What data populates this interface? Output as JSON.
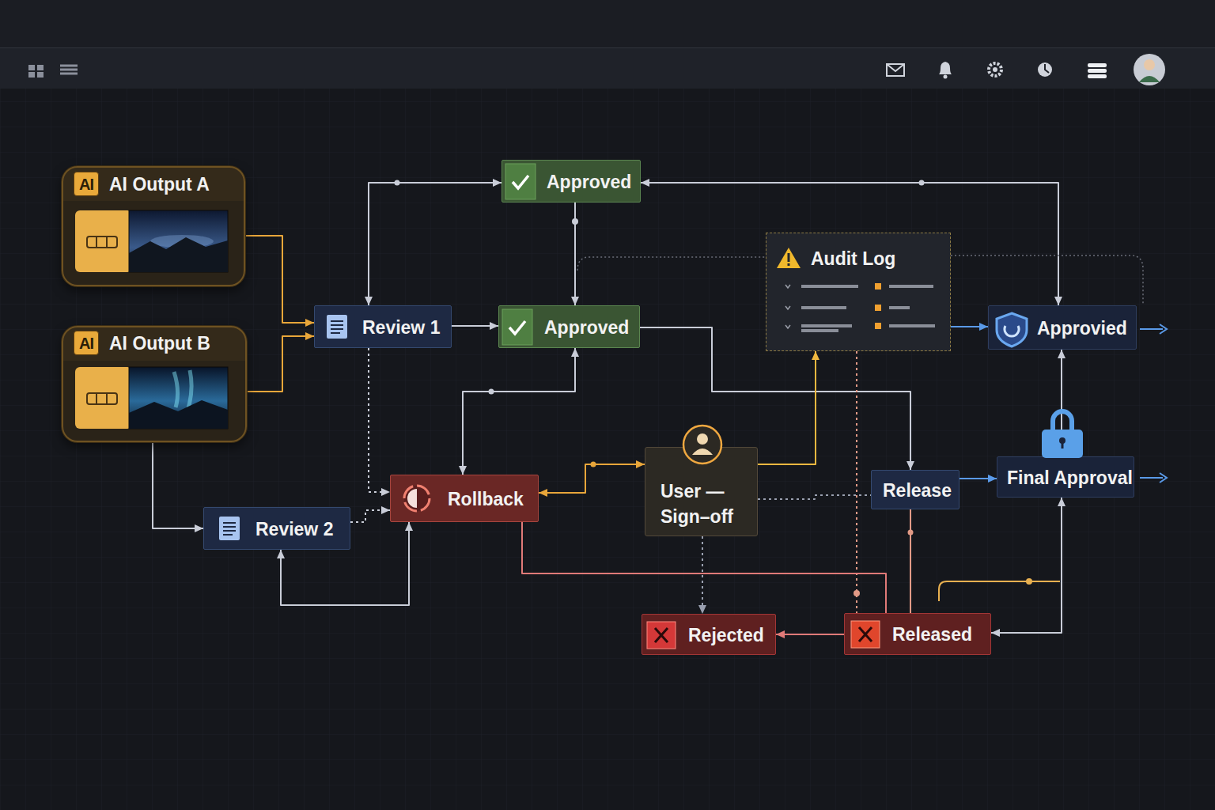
{
  "diagram": {
    "nodes": [
      {
        "text": [
          "AI",
          "AI Output A"
        ]
      },
      {
        "text": [
          "Approved"
        ]
      },
      {
        "text": [
          "Audit Log"
        ]
      },
      {
        "text": [
          "Review 1"
        ]
      },
      {
        "text": [
          "Approved"
        ]
      },
      {
        "text": [
          "Approvied"
        ]
      },
      {
        "text": [
          "AI",
          "AI Output B"
        ]
      },
      {
        "text": [
          "Rollback"
        ]
      },
      {
        "text": [
          "User — Sign–off"
        ]
      },
      {
        "text": [
          "Release"
        ]
      },
      {
        "text": [
          "Final Approval"
        ]
      },
      {
        "text": [
          "Review 2"
        ]
      },
      {
        "text": [
          "Rejected"
        ]
      },
      {
        "text": [
          "Released"
        ]
      }
    ],
    "edges": [
      {
        "from": 0,
        "to": 3,
        "arrow": "to"
      },
      {
        "from": 6,
        "to": 3,
        "arrow": "to"
      },
      {
        "from": 6,
        "to": 11,
        "arrow": "to"
      },
      {
        "from": 3,
        "to": 4,
        "arrow": "to"
      },
      {
        "from": 3,
        "to": 1,
        "arrow": "both"
      },
      {
        "from": 1,
        "to": 4,
        "arrow": "to"
      },
      {
        "from": 5,
        "to": 1,
        "arrow": "both"
      },
      {
        "from": 4,
        "to": 9,
        "arrow": "to"
      },
      {
        "from": 7,
        "to": 4,
        "arrow": "both"
      },
      {
        "from": 3,
        "to": 7,
        "arrow": "to"
      },
      {
        "from": 11,
        "to": 7,
        "arrow": "to"
      },
      {
        "from": 7,
        "to": 11,
        "arrow": "both"
      },
      {
        "from": 8,
        "to": 7,
        "arrow": "both"
      },
      {
        "from": 8,
        "to": 2,
        "arrow": "to"
      },
      {
        "from": 2,
        "to": 5,
        "arrow": "to"
      },
      {
        "from": 8,
        "to": 12,
        "arrow": "to"
      },
      {
        "from": 8,
        "to": 9,
        "arrow": "none"
      },
      {
        "from": 9,
        "to": 10,
        "arrow": "to"
      },
      {
        "from": 10,
        "to": 5,
        "arrow": "to"
      },
      {
        "from": 9,
        "to": 13,
        "arrow": "none"
      },
      {
        "from": 2,
        "to": 13,
        "arrow": "none"
      },
      {
        "from": 13,
        "to": 12,
        "arrow": "to"
      },
      {
        "from": 10,
        "to": 13,
        "arrow": "both"
      },
      {
        "from": 7,
        "to": 13,
        "arrow": "none"
      }
    ]
  }
}
